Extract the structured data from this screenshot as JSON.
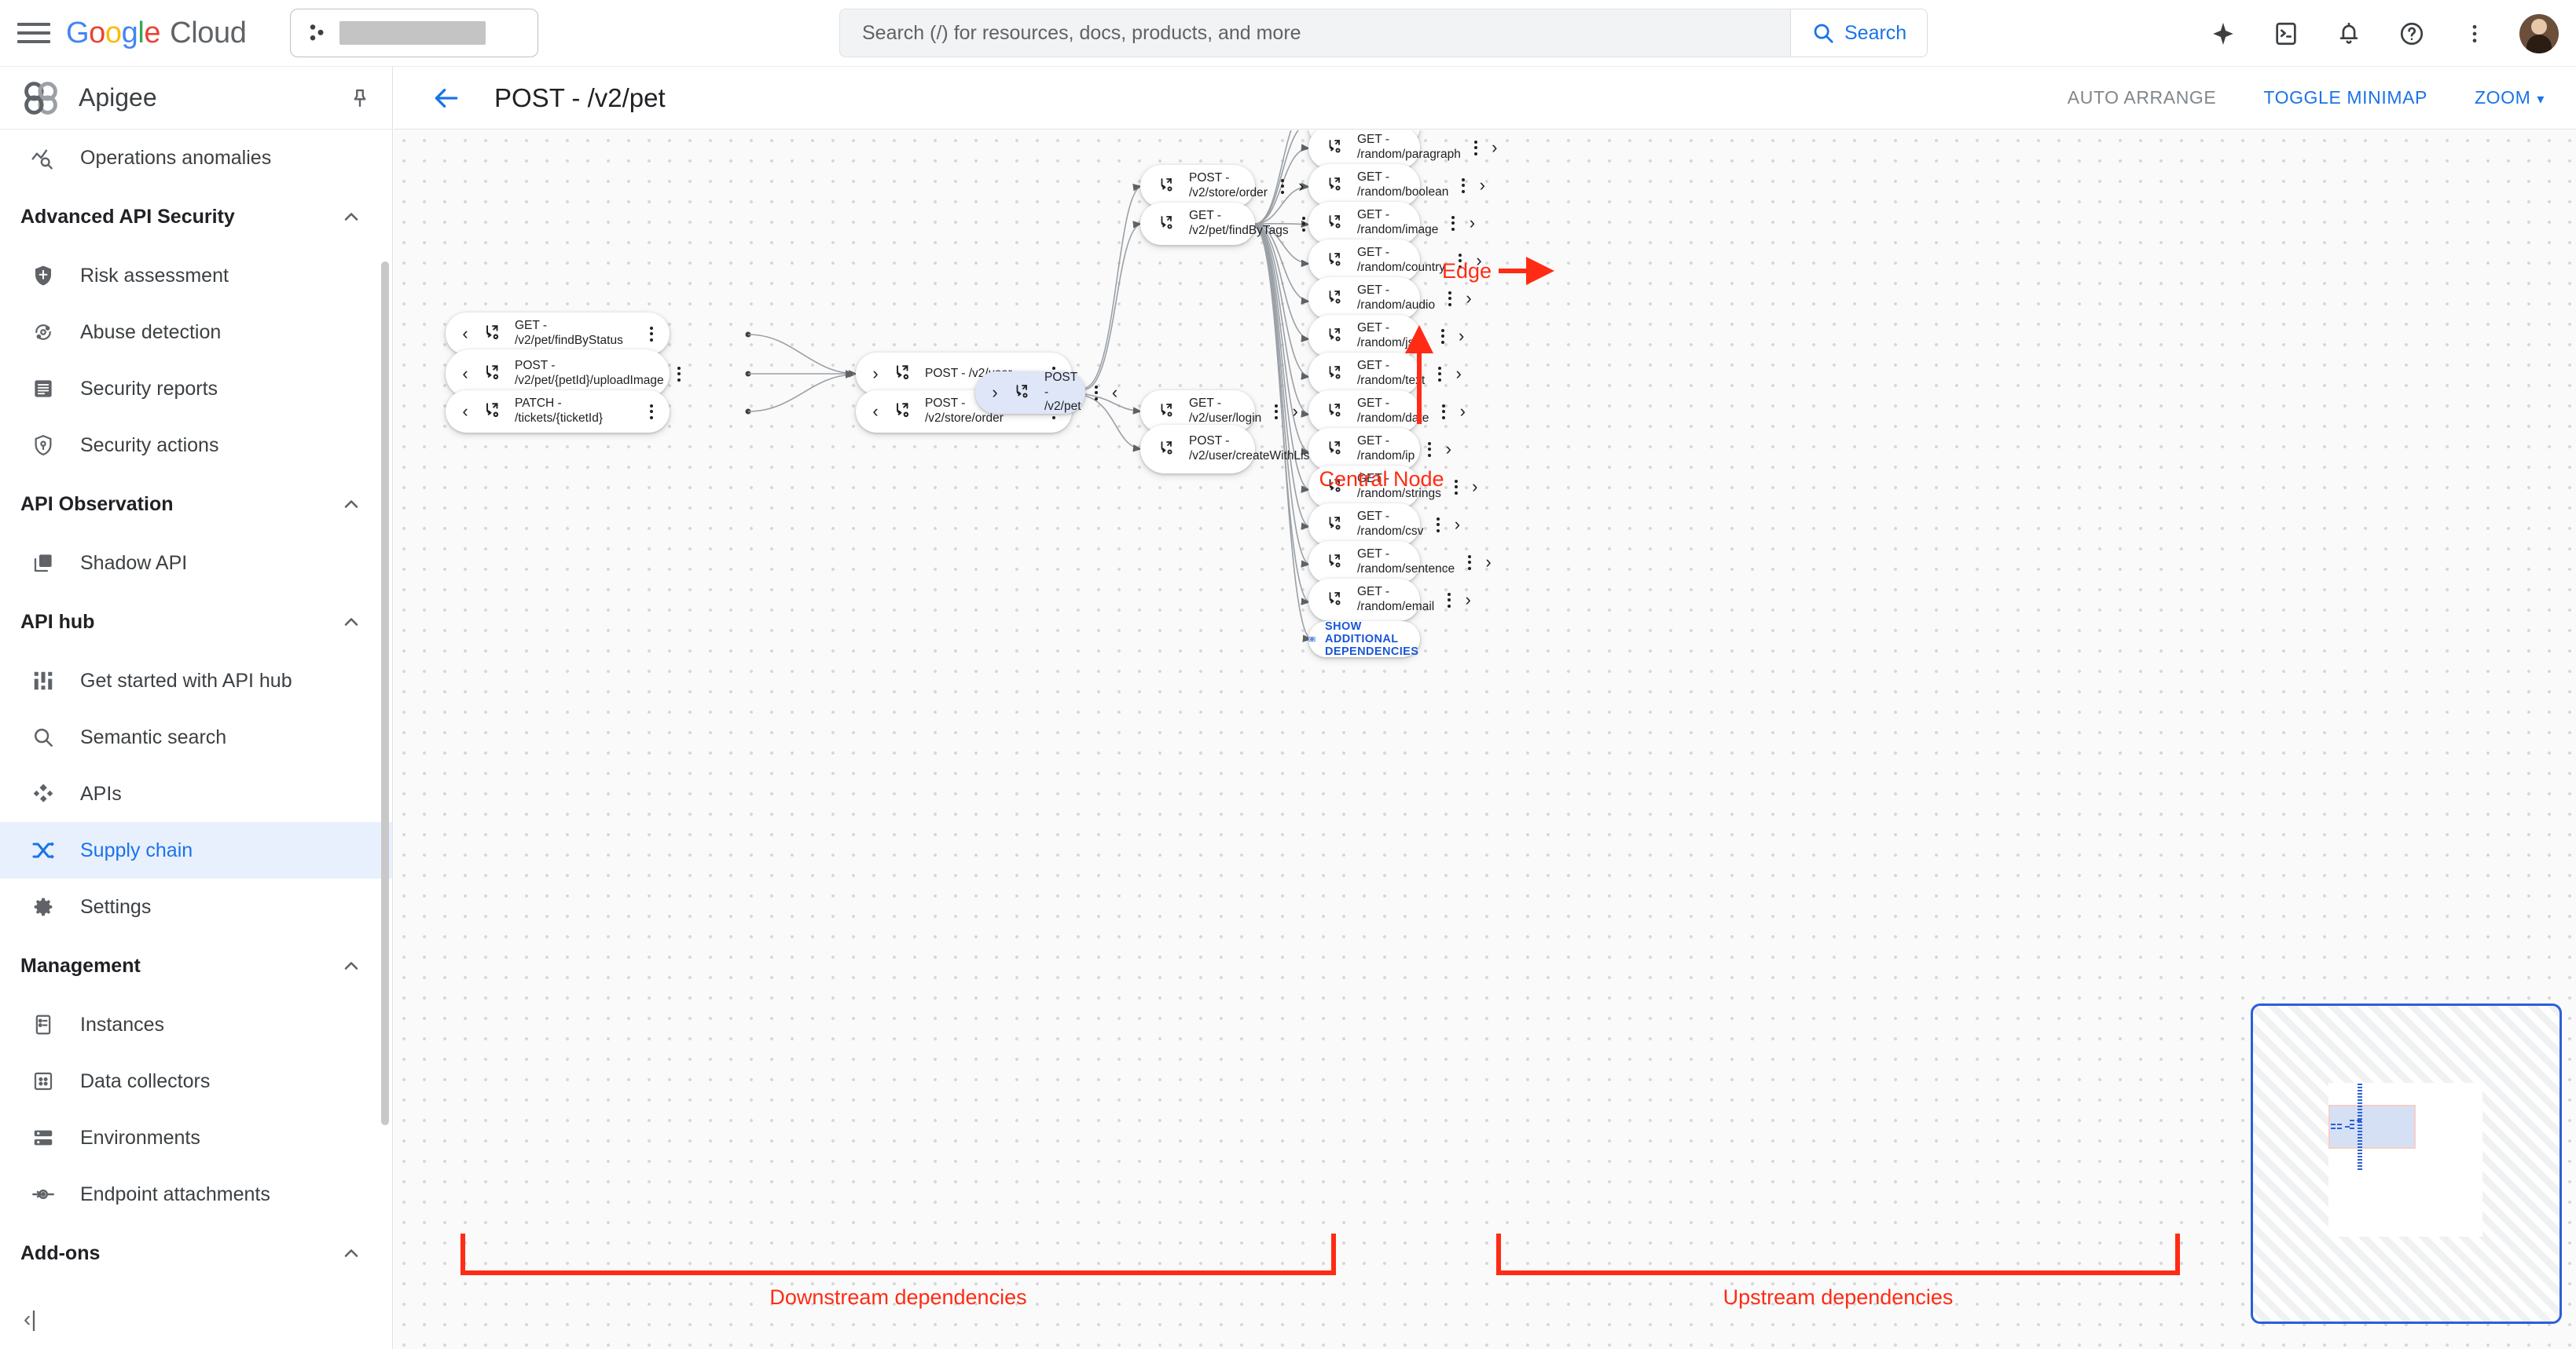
{
  "topbar": {
    "menu_icon": "hamburger-menu-icon",
    "logo_google": "Google",
    "logo_cloud": "Cloud",
    "project_selector_icon": "project-icon",
    "project_name": "",
    "search_placeholder": "Search (/) for resources, docs, products, and more",
    "search_button_label": "Search",
    "icons": [
      "gemini-sparkle-icon",
      "cloud-shell-icon",
      "notifications-bell-icon",
      "help-icon",
      "more-options-icon",
      "user-avatar"
    ]
  },
  "sidebar": {
    "product_title": "Apigee",
    "product_logo_icon": "apigee-logo-icon",
    "pin_icon": "pin-icon",
    "collapse_icon": "collapse-panel-icon",
    "groups": [
      {
        "label": null,
        "items": [
          {
            "label": "Operations anomalies",
            "icon": "operations-anomalies-icon",
            "active": false
          }
        ]
      },
      {
        "label": "Advanced API Security",
        "collapse_icon": "chevron-up-icon",
        "items": [
          {
            "label": "Risk assessment",
            "icon": "shield-icon",
            "active": false
          },
          {
            "label": "Abuse detection",
            "icon": "abuse-detection-icon",
            "active": false
          },
          {
            "label": "Security reports",
            "icon": "report-icon",
            "active": false
          },
          {
            "label": "Security actions",
            "icon": "shield-key-icon",
            "active": false
          }
        ]
      },
      {
        "label": "API Observation",
        "collapse_icon": "chevron-up-icon",
        "items": [
          {
            "label": "Shadow API",
            "icon": "layers-icon",
            "active": false
          }
        ]
      },
      {
        "label": "API hub",
        "collapse_icon": "chevron-up-icon",
        "items": [
          {
            "label": "Get started with API hub",
            "icon": "dashboard-icon",
            "active": false
          },
          {
            "label": "Semantic search",
            "icon": "search-icon",
            "active": false
          },
          {
            "label": "APIs",
            "icon": "api-nodes-icon",
            "active": false
          },
          {
            "label": "Supply chain",
            "icon": "supply-chain-icon",
            "active": true
          },
          {
            "label": "Settings",
            "icon": "gear-icon",
            "active": false
          }
        ]
      },
      {
        "label": "Management",
        "collapse_icon": "chevron-up-icon",
        "items": [
          {
            "label": "Instances",
            "icon": "instances-icon",
            "active": false
          },
          {
            "label": "Data collectors",
            "icon": "data-collectors-icon",
            "active": false
          },
          {
            "label": "Environments",
            "icon": "environments-icon",
            "active": false
          },
          {
            "label": "Endpoint attachments",
            "icon": "endpoint-attachment-icon",
            "active": false
          }
        ]
      },
      {
        "label": "Add-ons",
        "collapse_icon": "chevron-up-icon",
        "items": []
      }
    ]
  },
  "pagebar": {
    "back_icon": "back-arrow-icon",
    "title": "POST - /v2/pet",
    "auto_arrange_label": "AUTO ARRANGE",
    "toggle_minimap_label": "TOGGLE MINIMAP",
    "zoom_label": "ZOOM",
    "zoom_caret": "▾"
  },
  "graph": {
    "show_additional_dependencies_label": "SHOW ADDITIONAL DEPENDENCIES",
    "show_additional_dependencies_icon": "eye-icon",
    "node_icon": "api-operation-icon",
    "menu_icon": "more-vert-icon",
    "central": {
      "label": "POST - /v2/pet",
      "left_chev": "›",
      "right_chev": "‹"
    },
    "downstream_col1": [
      {
        "label": "GET - /v2/pet/findByStatus",
        "chev": "‹"
      },
      {
        "label": "POST -\n/v2/pet/{petId}/uploadImage",
        "chev": "‹"
      },
      {
        "label": "PATCH - /tickets/{ticketId}",
        "chev": "‹"
      }
    ],
    "downstream_col2": [
      {
        "label": "POST - /v2/user",
        "chev": "›"
      },
      {
        "label": "POST - /v2/store/order",
        "chev": "‹"
      }
    ],
    "upstream_col1": [
      {
        "label": "POST - /v2/store/order",
        "chev": "›"
      },
      {
        "label": "GET - /v2/pet/findByTags",
        "chev": "‹"
      },
      {
        "label": "GET - /v2/user/login",
        "chev": "›"
      },
      {
        "label": "POST -\n/v2/user/createWithList",
        "chev": "›"
      }
    ],
    "upstream_col2": [
      {
        "label": "GET - /random/paragraph",
        "chev": "›"
      },
      {
        "label": "GET - /random/boolean",
        "chev": "›"
      },
      {
        "label": "GET - /random/image",
        "chev": "›"
      },
      {
        "label": "GET - /random/country",
        "chev": "›"
      },
      {
        "label": "GET - /random/audio",
        "chev": "›"
      },
      {
        "label": "GET - /random/json",
        "chev": "›"
      },
      {
        "label": "GET - /random/text",
        "chev": "›"
      },
      {
        "label": "GET - /random/date",
        "chev": "›"
      },
      {
        "label": "GET - /random/ip",
        "chev": "›"
      },
      {
        "label": "GET - /random/strings",
        "chev": "›"
      },
      {
        "label": "GET - /random/csv",
        "chev": "›"
      },
      {
        "label": "GET - /random/sentence",
        "chev": "›"
      },
      {
        "label": "GET - /random/email",
        "chev": "›"
      }
    ]
  },
  "annotations": {
    "color": "#ff2b14",
    "edge_label": "Edge",
    "central_node_label": "Central Node",
    "downstream_label": "Downstream dependencies",
    "upstream_label": "Upstream dependencies"
  },
  "minimap": {
    "name": "graph-minimap",
    "border_color": "#2b5fd9",
    "viewport_color": "#d6e0f5"
  }
}
